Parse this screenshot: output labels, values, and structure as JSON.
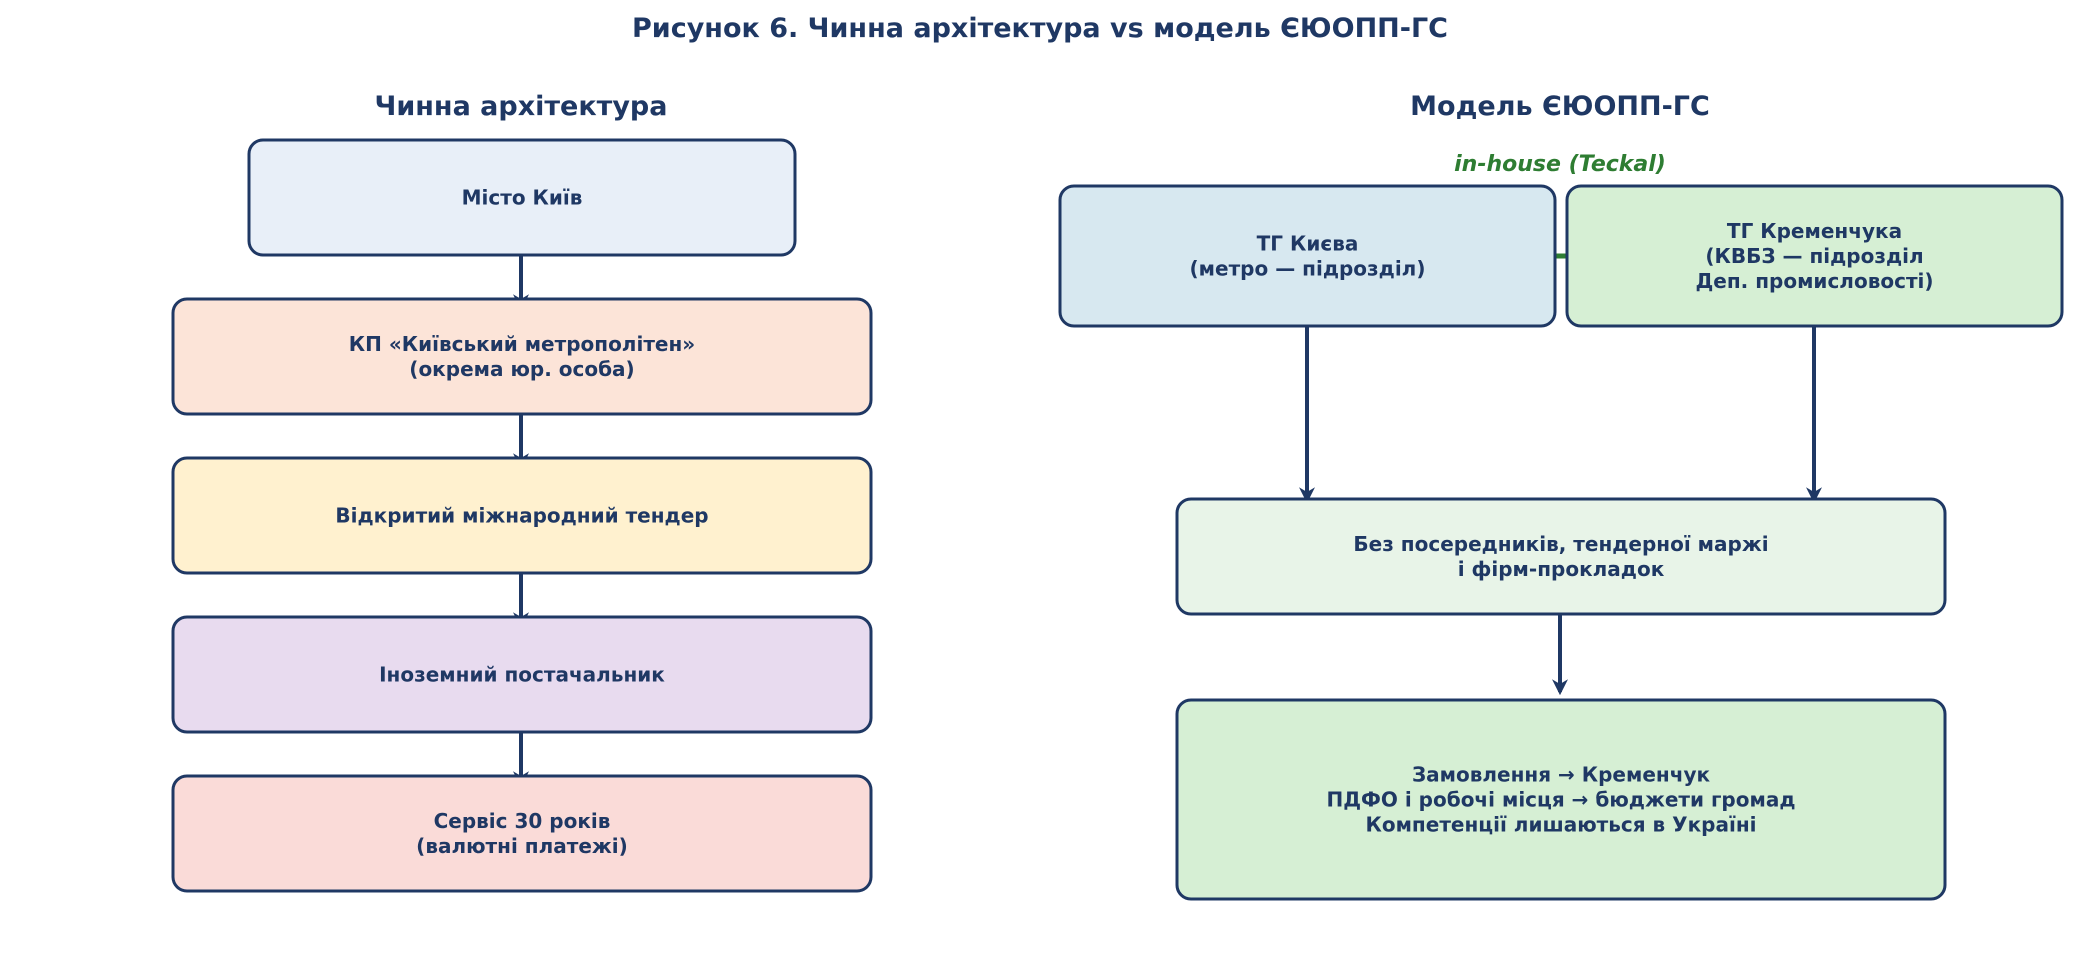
{
  "title": "Рисунок 6. Чинна архітектура vs модель ЄЮОПП-ГС",
  "left": {
    "heading": "Чинна архітектура",
    "nodes": [
      {
        "lines": [
          "Місто Київ"
        ],
        "fill": "#e8eff8"
      },
      {
        "lines": [
          "КП «Київський метрополітен»",
          "(окрема юр. особа)"
        ],
        "fill": "#fce4d8"
      },
      {
        "lines": [
          "Відкритий міжнародний тендер"
        ],
        "fill": "#fff1cf"
      },
      {
        "lines": [
          "Іноземний постачальник"
        ],
        "fill": "#e8dbef"
      },
      {
        "lines": [
          "Сервіс 30 років",
          "(валютні платежі)"
        ],
        "fill": "#fadbd8"
      }
    ]
  },
  "right": {
    "heading": "Модель ЄЮОПП-ГС",
    "link_label": "in-house (Teckal)",
    "nodes": {
      "kyiv": {
        "lines": [
          "ТГ Києва",
          "(метро — підрозділ)"
        ],
        "fill": "#d7e8f0"
      },
      "kremenchuk": {
        "lines": [
          "ТГ Кременчука",
          "(КВБЗ — підрозділ",
          "Деп. промисловості)"
        ],
        "fill": "#d6efd4"
      },
      "direct": {
        "lines": [
          "Без посередників, тендерної маржі",
          "і фірм-прокладок"
        ],
        "fill": "#e8f4e8"
      },
      "result": {
        "lines": [
          "Замовлення → Кременчук",
          "ПДФО і робочі місця → бюджети громад",
          "Компетенції лишаються в Україні"
        ],
        "fill": "#d6efd4"
      }
    }
  },
  "colors": {
    "ink": "#1f3864",
    "accent_green": "#2e7d32"
  }
}
